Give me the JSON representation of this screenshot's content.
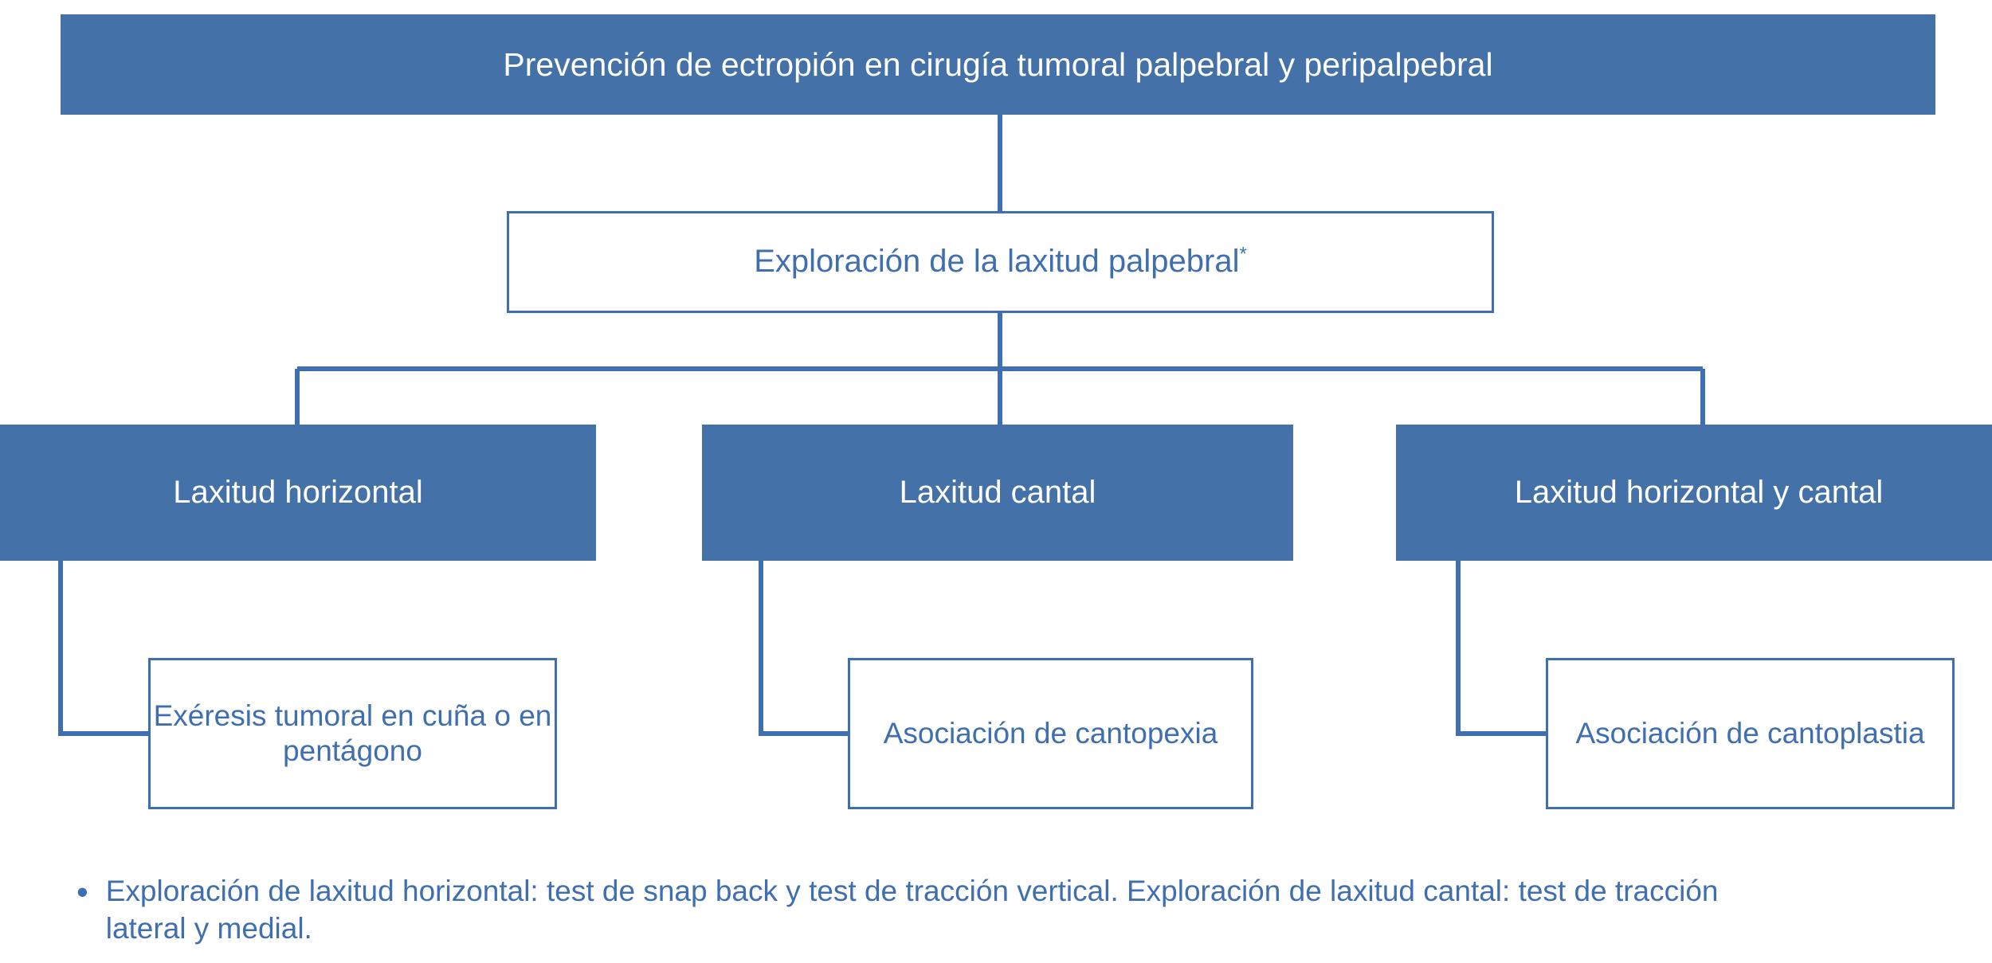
{
  "diagram": {
    "title": "Prevención de ectropión en cirugía tumoral palpebral y peripalpebral",
    "exploration": {
      "label": "Exploración de la laxitud palpebral",
      "superscript": "*"
    },
    "branches": [
      {
        "label": "Laxitud horizontal",
        "child": "Exéresis tumoral en cuña o en pentágono"
      },
      {
        "label": "Laxitud cantal",
        "child": "Asociación de cantopexia"
      },
      {
        "label": "Laxitud horizontal y cantal",
        "child": "Asociación de cantoplastia"
      }
    ],
    "footnote": {
      "bullet": "•",
      "text": "Exploración de laxitud horizontal: test de snap back y test de tracción vertical. Exploración de laxitud cantal: test de tracción lateral y medial."
    },
    "colors": {
      "fill": "#4472a8",
      "line": "#3f6fb0",
      "text_on_fill": "#ffffff",
      "background": "#ffffff"
    }
  }
}
